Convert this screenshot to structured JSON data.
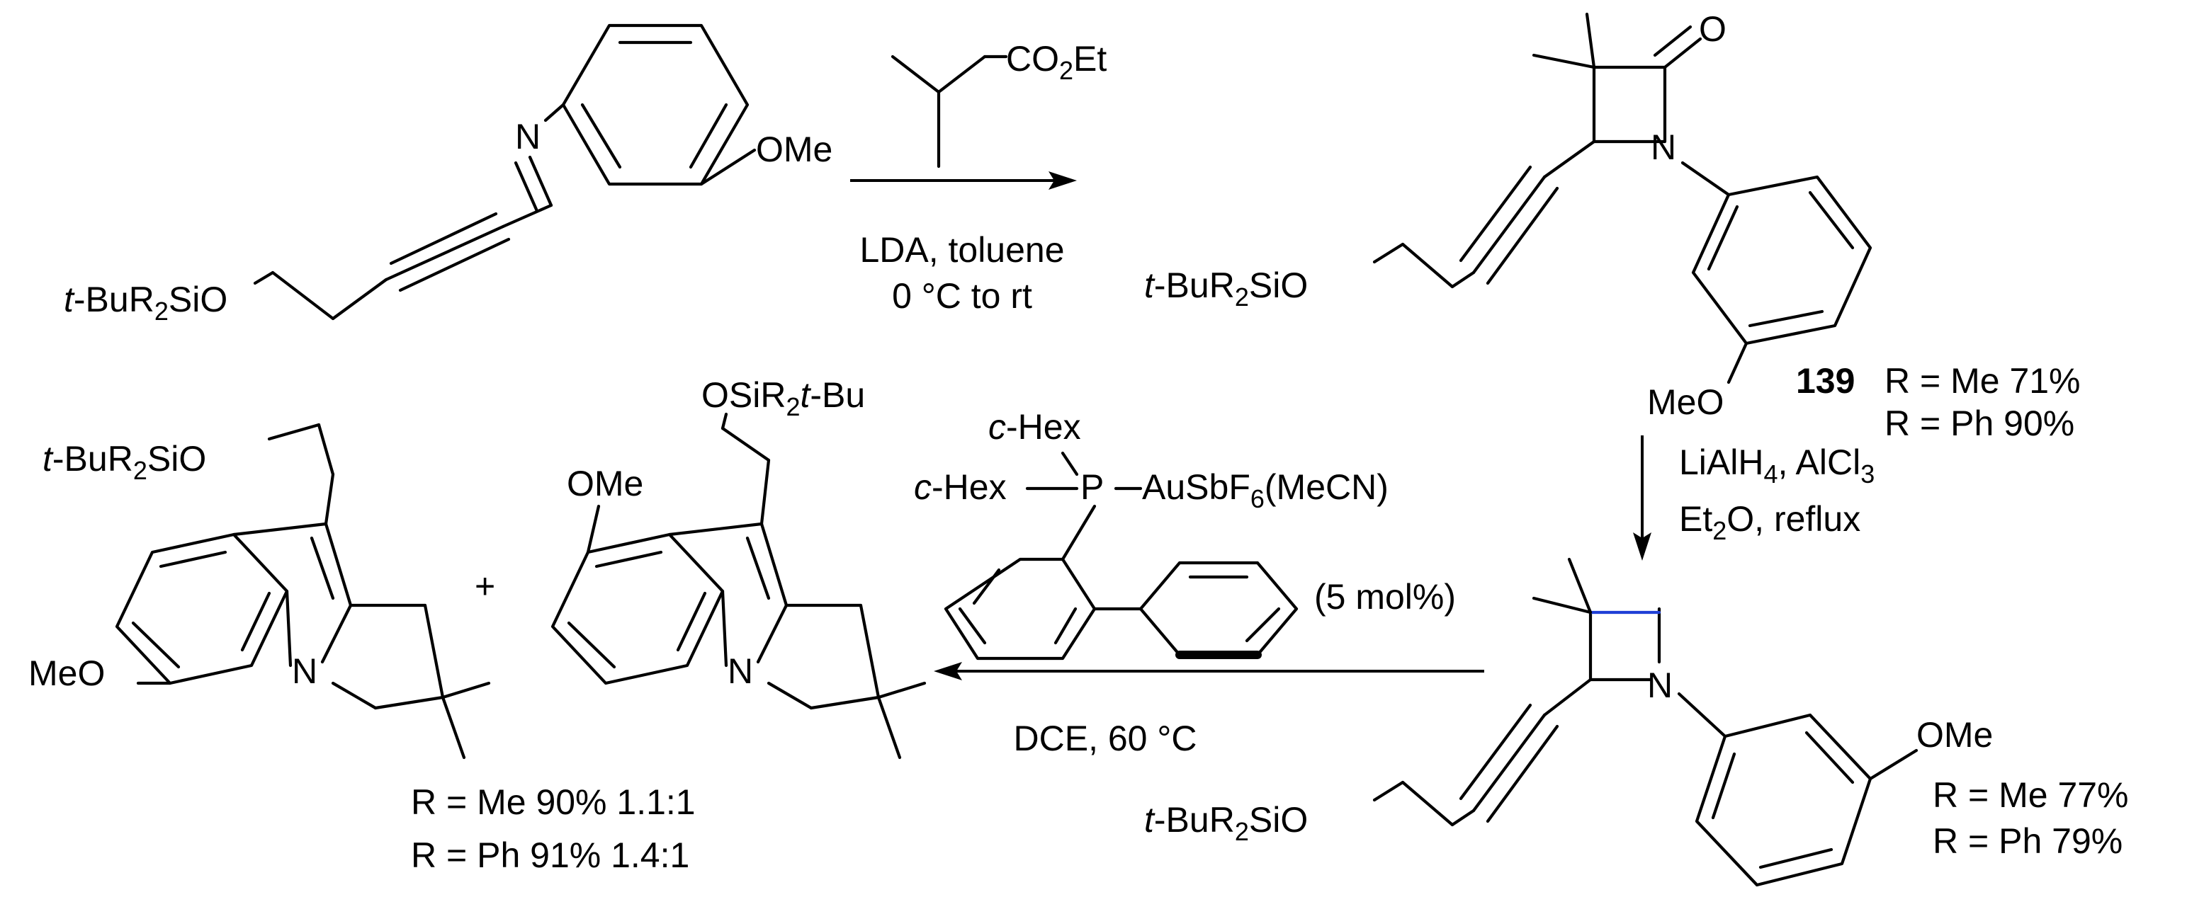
{
  "scheme": {
    "reagent_top": {
      "co2et": "CO",
      "co2et_sub": "2",
      "co2et_tail": "Et"
    },
    "step1": {
      "cond1": "LDA, toluene",
      "cond2": "0 °C to rt"
    },
    "imine": {
      "n_label": "N",
      "ome": "OMe",
      "si_lead": "t",
      "si_mid": "-BuR",
      "si_sub": "2",
      "si_tail": "SiO"
    },
    "lactam": {
      "o_label": "O",
      "n_label": "N",
      "meo": "MeO",
      "si_lead": "t",
      "si_mid": "-BuR",
      "si_sub": "2",
      "si_tail": "SiO",
      "compound": "139",
      "yield1": "R = Me 71%",
      "yield2": "R = Ph 90%"
    },
    "step2": {
      "cond1_a": "LiAlH",
      "cond1_sub": "4",
      "cond1_b": ", AlCl",
      "cond1_sub2": "3",
      "cond2_a": "Et",
      "cond2_sub": "2",
      "cond2_b": "O, reflux"
    },
    "azetidine": {
      "n_label": "N",
      "ome": "OMe",
      "si_lead": "t",
      "si_mid": "-BuR",
      "si_sub": "2",
      "si_tail": "SiO",
      "yield1": "R = Me 77%",
      "yield2": "R = Ph 79%"
    },
    "catalyst": {
      "hex1_lead": "c",
      "hex1_tail": "-Hex",
      "hex2_lead": "c",
      "hex2_tail": "-Hex",
      "p_label": "P",
      "au_a": "AuSbF",
      "au_sub": "6",
      "au_b": "(MeCN)",
      "loading": "(5 mol%)"
    },
    "step3": {
      "cond": "DCE, 60 °C"
    },
    "product1": {
      "n_label": "N",
      "meo": "MeO",
      "si_lead": "t",
      "si_mid": "-BuR",
      "si_sub": "2",
      "si_tail": "SiO"
    },
    "plus": "+",
    "product2": {
      "n_label": "N",
      "ome": "OMe",
      "si_a": "OSiR",
      "si_sub": "2",
      "si_lead": "t",
      "si_tail": "-Bu"
    },
    "ratios": {
      "line1": "R = Me 90% 1.1:1",
      "line2": "R = Ph 91%  1.4:1"
    }
  }
}
